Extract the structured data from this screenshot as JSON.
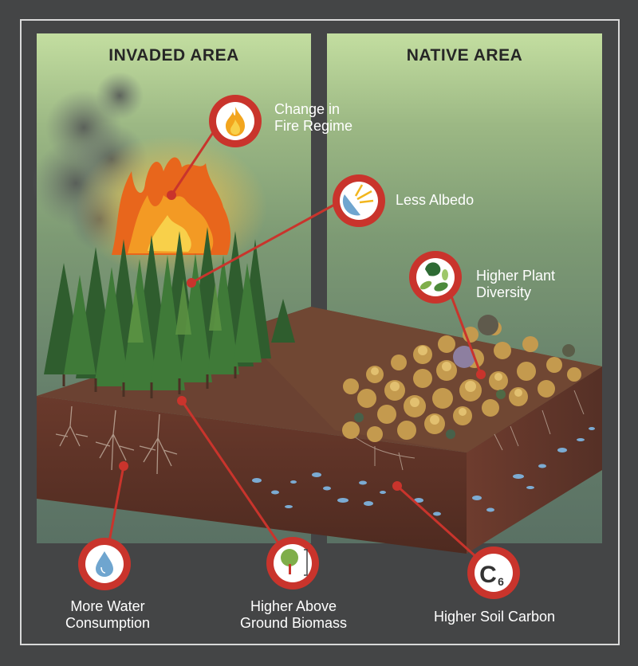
{
  "panels": {
    "invaded_title": "INVADED AREA",
    "native_title": "NATIVE AREA"
  },
  "callouts": {
    "fire": {
      "line1": "Change in",
      "line2": "Fire Regime",
      "icon": "flame-icon"
    },
    "albedo": {
      "line1": "Less Albedo",
      "icon": "sun-reflection-icon"
    },
    "diversity": {
      "line1": "Higher Plant",
      "line2": "Diversity",
      "icon": "leaves-icon"
    },
    "water": {
      "line1": "More Water",
      "line2": "Consumption",
      "icon": "water-drop-icon"
    },
    "biomass": {
      "line1": "Higher Above",
      "line2": "Ground Biomass",
      "icon": "tree-icon"
    },
    "carbon": {
      "line1": "Higher Soil Carbon",
      "symbol": "C",
      "subscript": "6",
      "icon": "carbon-icon"
    }
  },
  "colors": {
    "callout_red": "#c9342c",
    "background": "#444546",
    "label_text": "#ffffff"
  }
}
